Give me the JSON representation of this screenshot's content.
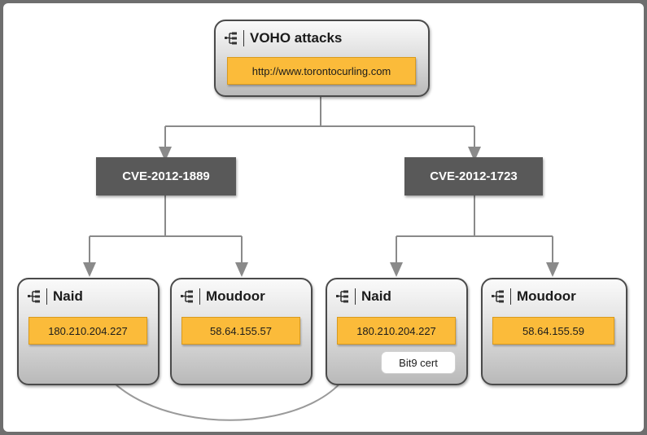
{
  "root": {
    "icon": "org-chart-icon",
    "title": "VOHO attacks",
    "url": "http://www.torontocurling.com"
  },
  "cves": [
    {
      "label": "CVE-2012-1889"
    },
    {
      "label": "CVE-2012-1723"
    }
  ],
  "leaves": [
    {
      "icon": "org-chart-icon",
      "title": "Naid",
      "ip": "180.210.204.227"
    },
    {
      "icon": "org-chart-icon",
      "title": "Moudoor",
      "ip": "58.64.155.57"
    },
    {
      "icon": "org-chart-icon",
      "title": "Naid",
      "ip": "180.210.204.227",
      "badge": "Bit9 cert"
    },
    {
      "icon": "org-chart-icon",
      "title": "Moudoor",
      "ip": "58.64.155.59"
    }
  ],
  "colors": {
    "node_border": "#4a4a4a",
    "address_fill": "#fbbb3a",
    "cve_fill": "#595959",
    "connector": "#8a8a8a"
  }
}
